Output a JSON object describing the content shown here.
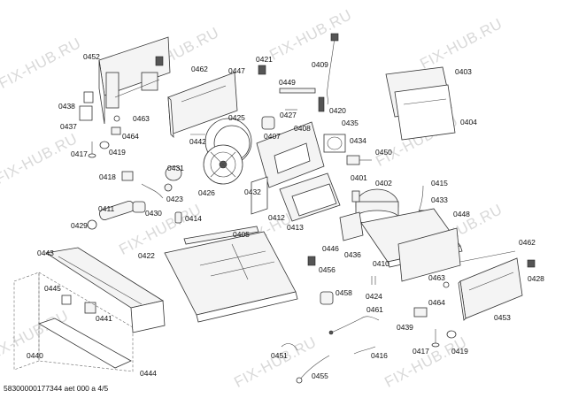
{
  "watermark": "FIX-HUB.RU",
  "footer": "58300000177344 aet 000 a 4/5",
  "callouts": [
    "0452",
    "0462",
    "0447",
    "0421",
    "0409",
    "0403",
    "0438",
    "0463",
    "0437",
    "0464",
    "0425",
    "0449",
    "0427",
    "0420",
    "0404",
    "0442",
    "0407",
    "0408",
    "0435",
    "0417",
    "0419",
    "0434",
    "0450",
    "0418",
    "0431",
    "0401",
    "0402",
    "0415",
    "0423",
    "0426",
    "0432",
    "0433",
    "0411",
    "0430",
    "0414",
    "0412",
    "0413",
    "0429",
    "0448",
    "0405",
    "0446",
    "0462",
    "0443",
    "0422",
    "0436",
    "0410",
    "0456",
    "0428",
    "0445",
    "0424",
    "0463",
    "0458",
    "0441",
    "0464",
    "0453",
    "0461",
    "0439",
    "0417",
    "0419",
    "0440",
    "0451",
    "0416",
    "0444",
    "0455"
  ]
}
